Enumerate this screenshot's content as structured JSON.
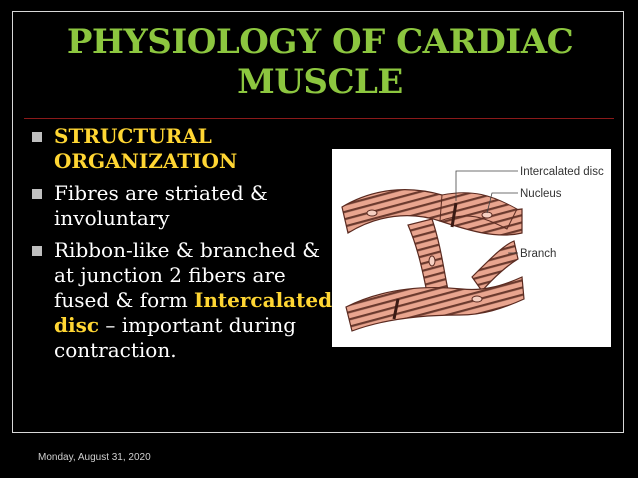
{
  "slide": {
    "title": "PHYSIOLOGY OF CARDIAC MUSCLE",
    "bullets": [
      {
        "text": "STRUCTURAL ORGANIZATION"
      },
      {
        "text": "Fibres are striated & involuntary"
      },
      {
        "pre": "Ribbon-like & branched & at junction 2 fibers are fused & form ",
        "highlight": "Intercalated disc",
        "post": " – important during contraction."
      }
    ]
  },
  "figure": {
    "labels": {
      "intercalated_disc": "Intercalated disc",
      "nucleus": "Nucleus",
      "branch": "Branch"
    },
    "colors": {
      "fiber": "#e9a58f",
      "striation": "#6b3a2e",
      "outline": "#5a2a20"
    }
  },
  "footer": {
    "date": "Monday, August 31, 2020"
  },
  "colors": {
    "title": "#8cc63f",
    "highlight": "#ffd633",
    "background": "#000000"
  }
}
